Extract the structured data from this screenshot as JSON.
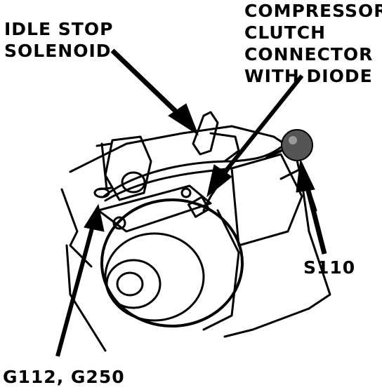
{
  "diagram": {
    "labels": {
      "idle_stop_solenoid": [
        "IDLE STOP",
        "SOLENOID"
      ],
      "compressor_clutch_connector": [
        "COMPRESSOR",
        "CLUTCH",
        "CONNECTOR",
        "WITH DIODE"
      ],
      "s110": "S110",
      "ground": "G112, G250"
    },
    "colors": {
      "ink": "#000000",
      "paper": "#ffffff"
    }
  }
}
